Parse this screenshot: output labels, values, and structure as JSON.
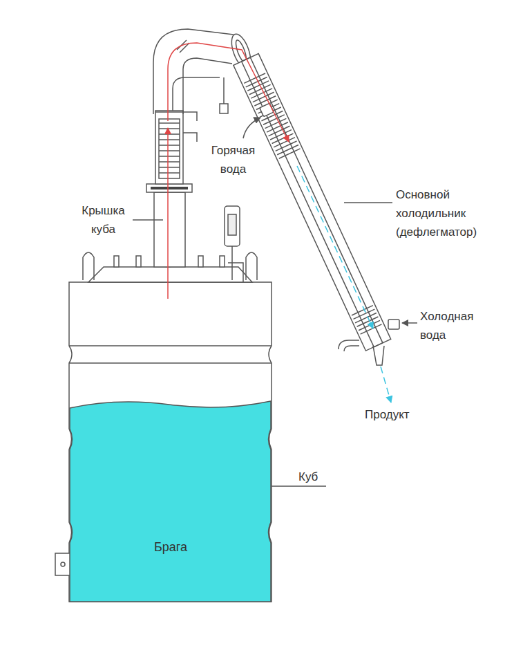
{
  "diagram": {
    "nodes": [
      {
        "text": [
          "Брага"
        ]
      }
    ],
    "labels": [
      "Горячая вода",
      "Крышка куба",
      "Основной холодильник (дефлегматор)",
      "Холодная вода",
      "Продукт",
      "Куб"
    ]
  }
}
